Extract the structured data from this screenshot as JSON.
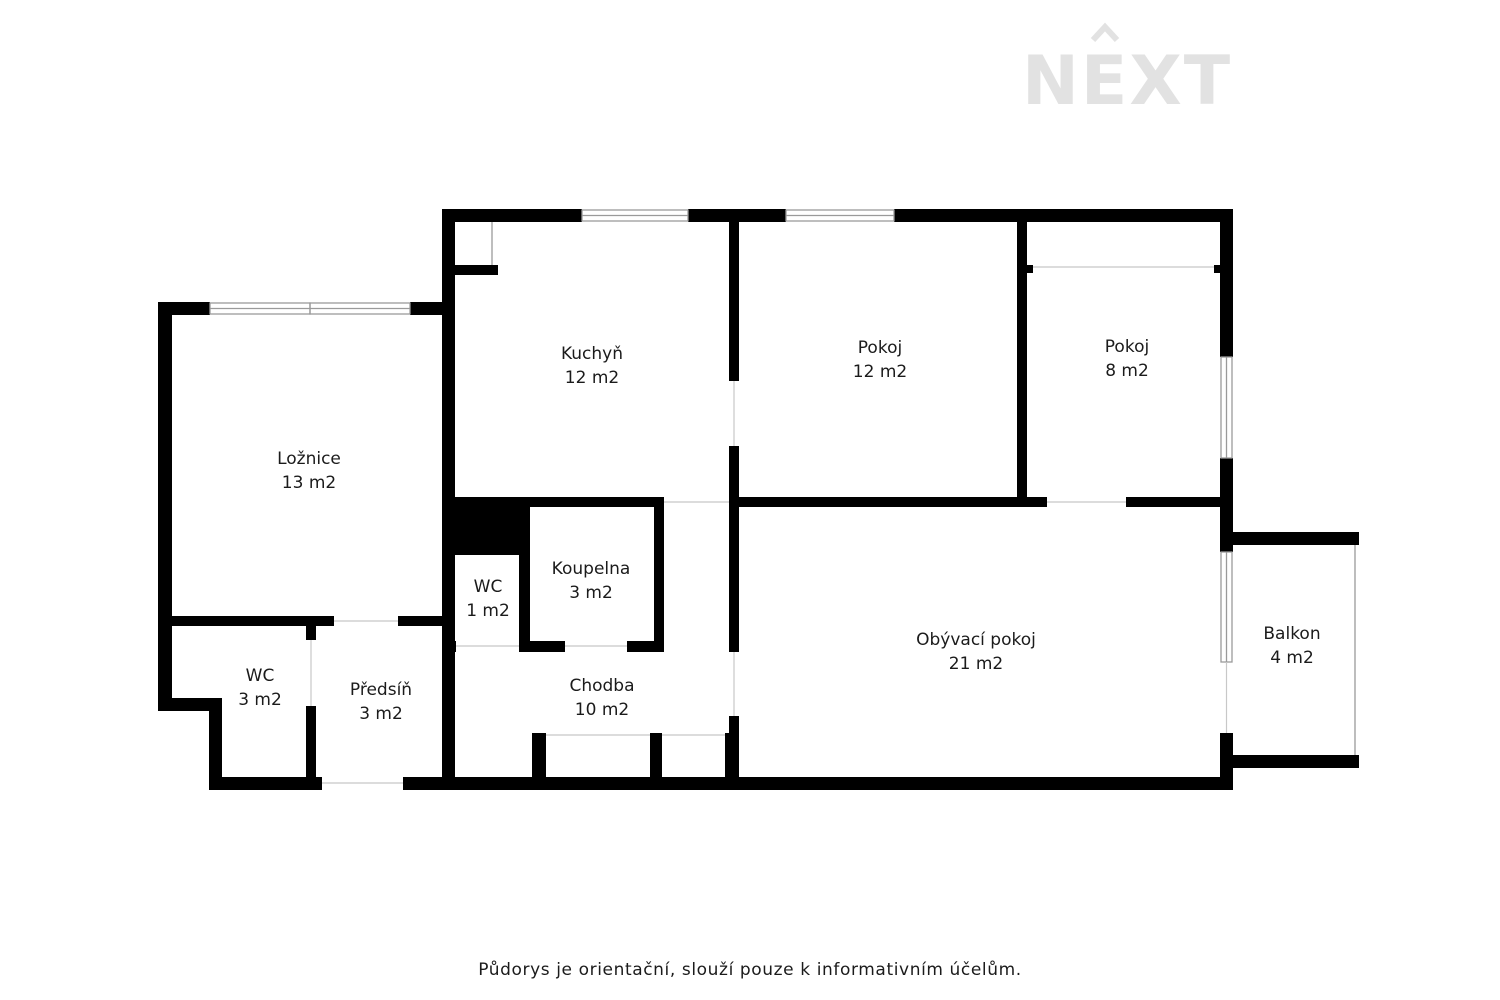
{
  "logo": {
    "text": "NEXT",
    "color": "#e2e2e2"
  },
  "rooms": [
    {
      "id": "loznice",
      "name": "Ložnice",
      "area": "13 m2"
    },
    {
      "id": "kuchyn",
      "name": "Kuchyň",
      "area": "12 m2"
    },
    {
      "id": "pokoj-1",
      "name": "Pokoj",
      "area": "12 m2"
    },
    {
      "id": "pokoj-2",
      "name": "Pokoj",
      "area": "8 m2"
    },
    {
      "id": "wc-small",
      "name": "WC",
      "area": "1 m2"
    },
    {
      "id": "koupelna",
      "name": "Koupelna",
      "area": "3 m2"
    },
    {
      "id": "obyvaci-pokoj",
      "name": "Obývací pokoj",
      "area": "21 m2"
    },
    {
      "id": "balkon",
      "name": "Balkon",
      "area": "4 m2"
    },
    {
      "id": "wc-large",
      "name": "WC",
      "area": "3 m2"
    },
    {
      "id": "predsin",
      "name": "Předsíň",
      "area": "3 m2"
    },
    {
      "id": "chodba",
      "name": "Chodba",
      "area": "10 m2"
    }
  ],
  "disclaimer": "Půdorys je orientační, slouží pouze k informativním účelům.",
  "colors": {
    "wall": "#000000",
    "background": "#ffffff",
    "text": "#1b1b1b"
  }
}
